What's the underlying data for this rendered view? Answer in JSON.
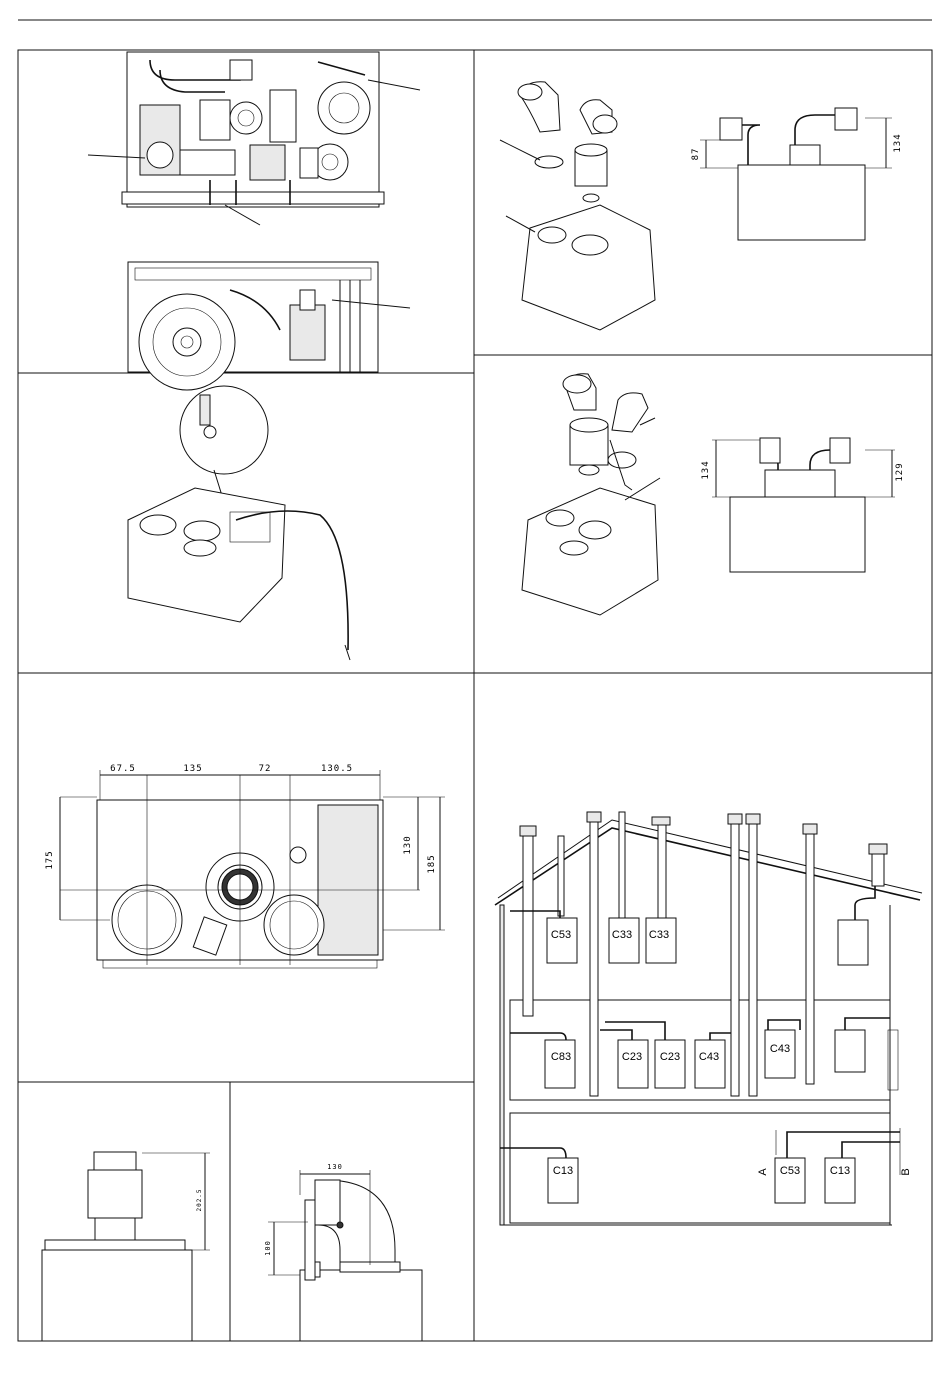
{
  "top_dims": {
    "vert_left": "87",
    "vert_right": "134"
  },
  "mid_dims": {
    "vert_left": "134",
    "vert_right": "129"
  },
  "plan_dims": {
    "top": [
      "67.5",
      "135",
      "72",
      "130.5"
    ],
    "left": "175",
    "right_inner": "130",
    "right_outer": "185"
  },
  "small_dims": {
    "height": "202.5",
    "width": "130",
    "height_left": "100"
  },
  "flue_types": {
    "attic": [
      "C53",
      "C33",
      "C33"
    ],
    "middle": [
      "C83",
      "C23",
      "C23",
      "C43",
      "C43"
    ],
    "bottom": [
      "C13",
      "C53",
      "C13"
    ],
    "side_a": "A",
    "side_b": "B"
  }
}
